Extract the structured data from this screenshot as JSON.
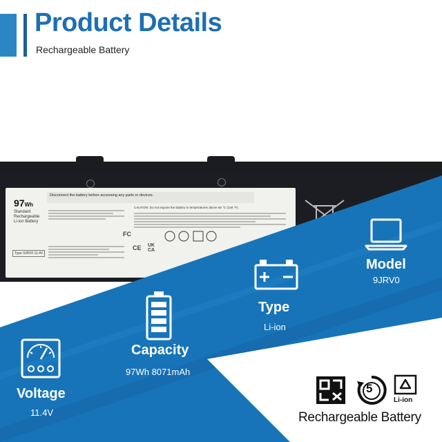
{
  "header": {
    "title": "Product Details",
    "subtitle": "Rechargeable Battery"
  },
  "battery_label": {
    "capacity_value": "97",
    "capacity_unit": "Wh",
    "standard_text": "Standard Rechargeable Li-ion Battery",
    "type_text": "Type 9JRV0 11.4V",
    "warning_text": "Disconnect the battery before accessing any parts or devices.",
    "caution_text": "CAUTION: Do not expose the battery to temperatures above 65 °C (149 °F).",
    "marks": [
      "CE",
      "UK CA",
      "FC"
    ]
  },
  "features": {
    "model": {
      "title": "Model",
      "value": "9JRV0",
      "icon": "laptop-icon"
    },
    "type": {
      "title": "Type",
      "value": "Li-ion",
      "icon": "battery-terminals-icon"
    },
    "capacity": {
      "title": "Capacity",
      "value": "97Wh 8071mAh",
      "icon": "battery-level-icon"
    },
    "voltage": {
      "title": "Voltage",
      "value": "11.4V",
      "icon": "voltmeter-icon"
    }
  },
  "certifications": {
    "icons": [
      "recycle-cells-icon",
      "five-year-cycle-icon",
      "li-ion-recycle-icon"
    ],
    "liion_label": "Li-ion",
    "cycle_number": "5",
    "caption": "Rechargeable Battery"
  },
  "colors": {
    "brand_blue": "#1e6fb4",
    "panel_blue": "#1874b8",
    "panel_blue_dark": "#1463a3",
    "battery_black": "#1b1d22"
  }
}
